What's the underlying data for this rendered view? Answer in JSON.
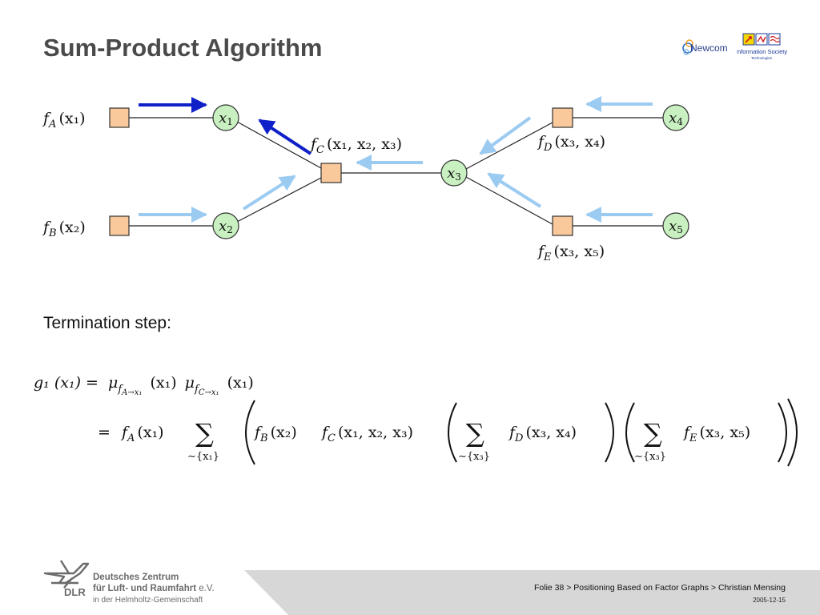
{
  "slide": {
    "title": "Sum-Product Algorithm",
    "termination_label": "Termination step:"
  },
  "header_logos": {
    "newcom_text": "Newcom",
    "ist_text_1": "Information Society",
    "ist_text_2": "Technologies"
  },
  "graph": {
    "variables": {
      "x1": {
        "base": "x",
        "sub": "1"
      },
      "x2": {
        "base": "x",
        "sub": "2"
      },
      "x3": {
        "base": "x",
        "sub": "3"
      },
      "x4": {
        "base": "x",
        "sub": "4"
      },
      "x5": {
        "base": "x",
        "sub": "5"
      }
    },
    "factors": {
      "fA": {
        "sub": "A",
        "args": "(x₁)"
      },
      "fB": {
        "sub": "B",
        "args": "(x₂)"
      },
      "fC": {
        "sub": "C",
        "args": "(x₁, x₂, x₃)"
      },
      "fD": {
        "sub": "D",
        "args": "(x₃, x₄)"
      },
      "fE": {
        "sub": "E",
        "args": "(x₃, x₅)"
      }
    },
    "colors": {
      "factor_fill": "#f9c99b",
      "variable_fill": "#c8f0c0",
      "active_arrow": "#1020c8",
      "passive_arrow": "#9ccbf2"
    }
  },
  "formula": {
    "line1_lhs": "g₁ (x₁) =",
    "line1_rhs_mu": "μ",
    "line1_sub_a": "f",
    "line1_sub_a2": "A→x₁",
    "line1_arg": "(x₁)",
    "line1_sub_c2": "C→x₁",
    "line2_eq": "=",
    "fa_term": "(x₁)",
    "sum_symbol": "∑",
    "sum_sub_1": "∼{x₁}",
    "sum_sub_3": "∼{x₃}",
    "fb_term": "(x₂)",
    "fc_term": "(x₁, x₂, x₃)",
    "fd_term": "(x₃, x₄)",
    "fe_term": "(x₃, x₅)",
    "f_letter": "f",
    "sub_A": "A",
    "sub_B": "B",
    "sub_C": "C",
    "sub_D": "D",
    "sub_E": "E"
  },
  "footer": {
    "dlr_abbr": "DLR",
    "org_line1": "Deutsches Zentrum",
    "org_line2": "für Luft- und Raumfahrt",
    "org_ev": "e.V.",
    "org_line3": "in der Helmholtz-Gemeinschaft",
    "breadcrumb": "Folie 38 > Positioning Based on Factor Graphs > Christian Mensing",
    "date": "2005-12-15",
    "band_color": "#d7d7d7"
  }
}
